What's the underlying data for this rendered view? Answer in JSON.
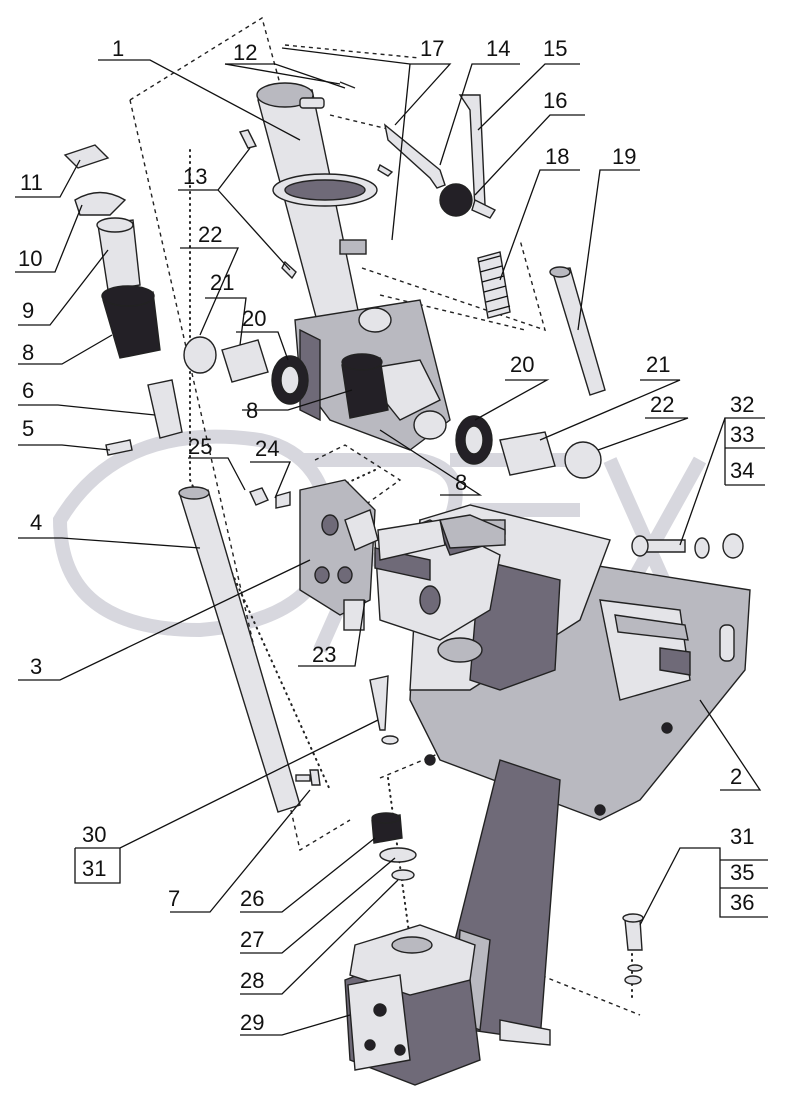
{
  "diagram": {
    "labels": [
      {
        "id": "l1",
        "text": "1"
      },
      {
        "id": "l12",
        "text": "12"
      },
      {
        "id": "l17",
        "text": "17"
      },
      {
        "id": "l14",
        "text": "14"
      },
      {
        "id": "l15",
        "text": "15"
      },
      {
        "id": "l16",
        "text": "16"
      },
      {
        "id": "l11",
        "text": "11"
      },
      {
        "id": "l13",
        "text": "13"
      },
      {
        "id": "l18",
        "text": "18"
      },
      {
        "id": "l19",
        "text": "19"
      },
      {
        "id": "l10",
        "text": "10"
      },
      {
        "id": "l22a",
        "text": "22"
      },
      {
        "id": "l9",
        "text": "9"
      },
      {
        "id": "l21a",
        "text": "21"
      },
      {
        "id": "l20a",
        "text": "20"
      },
      {
        "id": "l8a",
        "text": "8"
      },
      {
        "id": "l20b",
        "text": "20"
      },
      {
        "id": "l21b",
        "text": "21"
      },
      {
        "id": "l6",
        "text": "6"
      },
      {
        "id": "l8b",
        "text": "8"
      },
      {
        "id": "l22b",
        "text": "22"
      },
      {
        "id": "l32",
        "text": "32"
      },
      {
        "id": "l5",
        "text": "5"
      },
      {
        "id": "l33",
        "text": "33"
      },
      {
        "id": "l25",
        "text": "25"
      },
      {
        "id": "l24",
        "text": "24"
      },
      {
        "id": "l8c",
        "text": "8"
      },
      {
        "id": "l34",
        "text": "34"
      },
      {
        "id": "l4",
        "text": "4"
      },
      {
        "id": "l3",
        "text": "3"
      },
      {
        "id": "l23",
        "text": "23"
      },
      {
        "id": "l2",
        "text": "2"
      },
      {
        "id": "l30",
        "text": "30"
      },
      {
        "id": "l31a",
        "text": "31"
      },
      {
        "id": "l31b",
        "text": "31"
      },
      {
        "id": "l35",
        "text": "35"
      },
      {
        "id": "l7",
        "text": "7"
      },
      {
        "id": "l26",
        "text": "26"
      },
      {
        "id": "l36",
        "text": "36"
      },
      {
        "id": "l27",
        "text": "27"
      },
      {
        "id": "l28",
        "text": "28"
      },
      {
        "id": "l29",
        "text": "29"
      }
    ],
    "colors": {
      "part_light": "#e4e4e8",
      "part_mid": "#b9b9c0",
      "part_dark": "#6f6a78",
      "part_black": "#232026",
      "watermark": "#d7d7de"
    }
  }
}
